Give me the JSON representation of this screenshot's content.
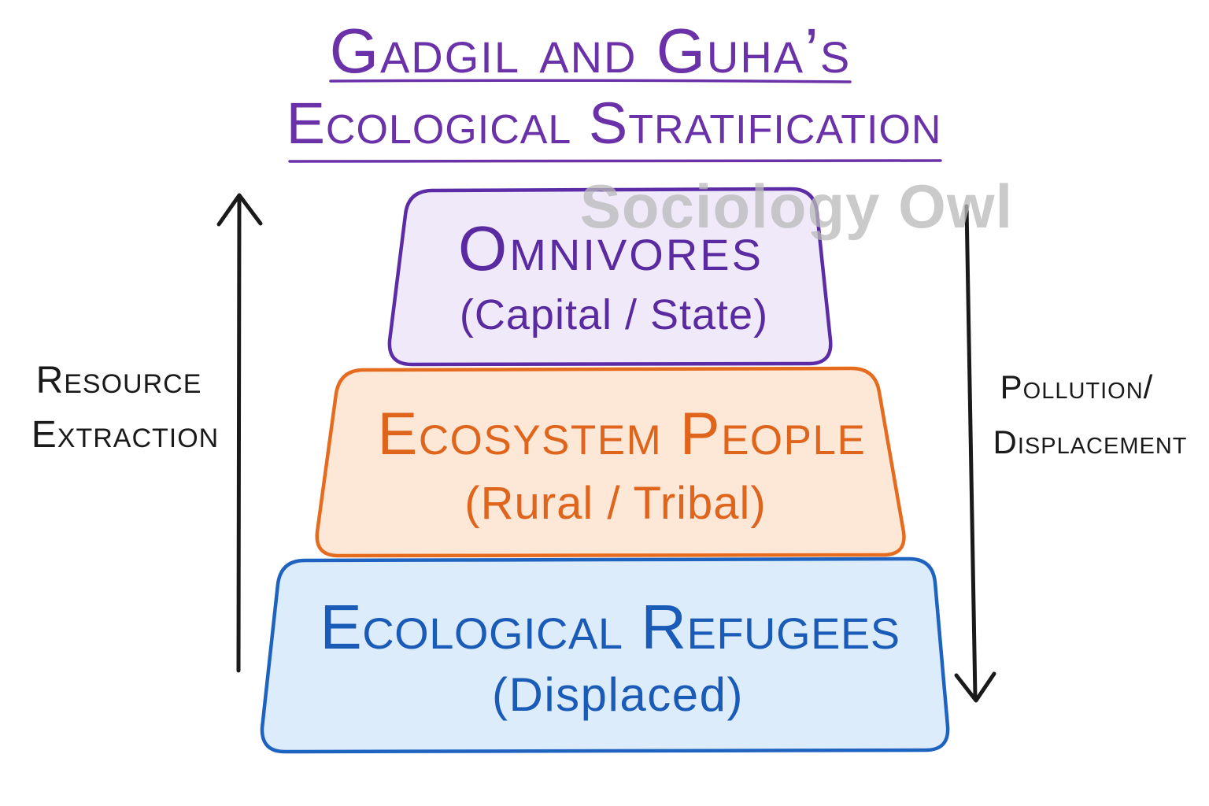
{
  "title": {
    "line1": "Gadgil and Guha’s",
    "line2": "Ecological Stratification",
    "color": "#6a31a8"
  },
  "watermark": "Sociology Owl",
  "tiers": [
    {
      "label": "Omnivores",
      "sublabel": "(Capital / State)",
      "text_color": "#5a2aa0",
      "stroke": "#5b2ca6",
      "fill": "#f0e9f9"
    },
    {
      "label": "Ecosystem People",
      "sublabel": "(Rural / Tribal)",
      "text_color": "#e0651c",
      "stroke": "#e56b1f",
      "fill": "#fde8d8"
    },
    {
      "label": "Ecological Refugees",
      "sublabel": "(Displaced)",
      "text_color": "#1a5bb8",
      "stroke": "#1e63c0",
      "fill": "#dcecfb"
    }
  ],
  "left_flow": {
    "line1": "Resource",
    "line2": "Extraction",
    "direction": "up"
  },
  "right_flow": {
    "line1": "Pollution/",
    "line2": "Displacement",
    "direction": "down"
  },
  "colors": {
    "arrow": "#1a1a1a",
    "underline": "#6a31a8"
  }
}
